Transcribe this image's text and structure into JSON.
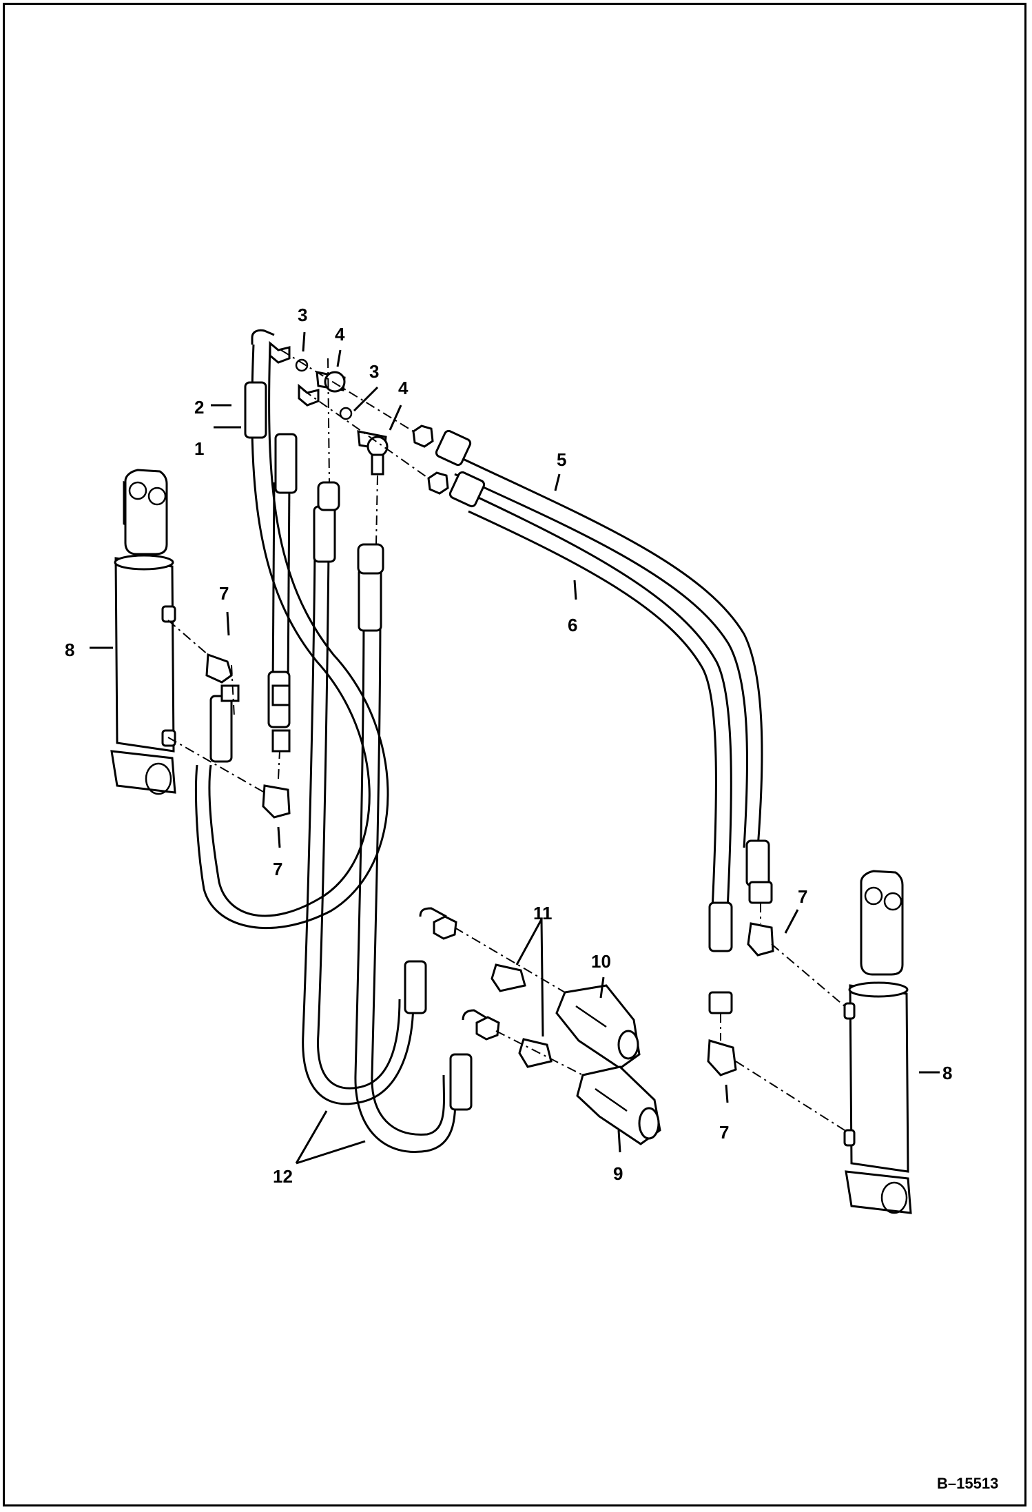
{
  "figure_id": "B–15513",
  "callouts": [
    "1",
    "2",
    "3",
    "4",
    "5",
    "6",
    "7",
    "8",
    "9",
    "10",
    "11",
    "12"
  ]
}
